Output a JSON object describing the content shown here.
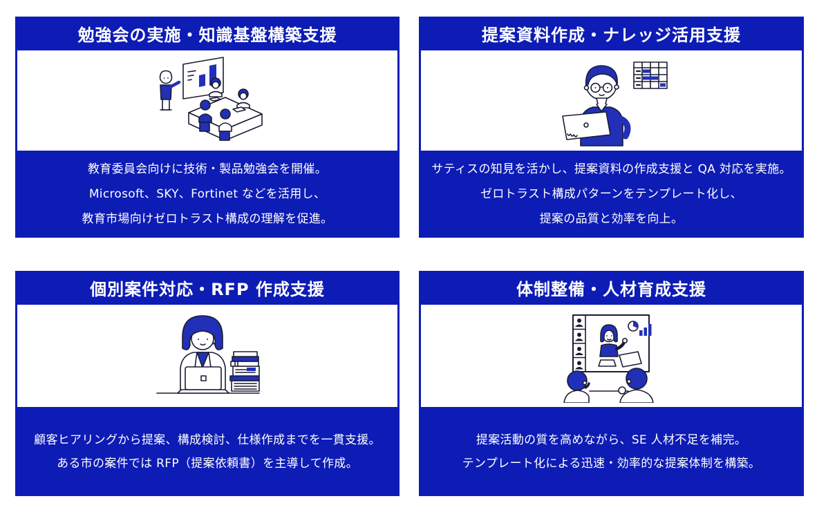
{
  "page": {
    "background": "#ffffff",
    "layout": "2x2-card-grid"
  },
  "colors": {
    "card_blue": "#0d1cb5",
    "panel_white": "#ffffff",
    "text_white": "#ffffff",
    "illustration_blue": "#2130b6",
    "outline_navy": "#1b1b33"
  },
  "cards": [
    {
      "id": "study-sessions",
      "title": "勉強会の実施・知識基盤構築支援",
      "illustration": "classroom-presentation",
      "lines": [
        "教育委員会向けに技術・製品勉強会を開催。",
        "Microsoft、SKY、Fortinet などを活用し、",
        "教育市場向けゼロトラスト構成の理解を促進。"
      ]
    },
    {
      "id": "proposal-materials",
      "title": "提案資料作成・ナレッジ活用支援",
      "illustration": "man-with-laptop-and-gantt-chart",
      "lines": [
        "サティスの知見を活かし、提案資料の作成支援と QA 対応を実施。",
        "ゼロトラスト構成パターンをテンプレート化し、",
        "提案の品質と効率を向上。"
      ]
    },
    {
      "id": "individual-cases-rfp",
      "title": "個別案件対応・RFP 作成支援",
      "illustration": "woman-at-laptop-with-books",
      "lines": [
        "顧客ヒアリングから提案、構成検討、仕様作成までを一貫支援。",
        "ある市の案件では RFP（提案依頼書）を主導して作成。"
      ]
    },
    {
      "id": "organization-training",
      "title": "体制整備・人材育成支援",
      "illustration": "video-conference-training",
      "lines": [
        "提案活動の質を高めながら、SE 人材不足を補完。",
        "テンプレート化による迅速・効率的な提案体制を構築。"
      ]
    }
  ]
}
